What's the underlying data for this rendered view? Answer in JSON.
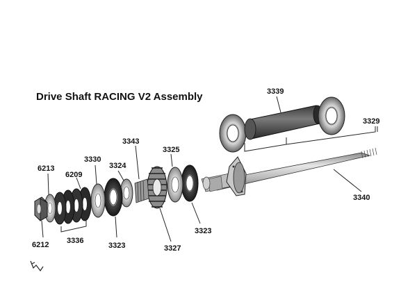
{
  "diagram": {
    "title": "Drive Shaft RACING V2 Assembly",
    "parts": {
      "p3339": "3339",
      "p3329": "3329",
      "p3343": "3343",
      "p3325": "3325",
      "p3330": "3330",
      "p3324": "3324",
      "p6213": "6213",
      "p6209": "6209",
      "p3340": "3340",
      "p3336": "3336",
      "p6212": "6212",
      "p3323a": "3323",
      "p3323b": "3323",
      "p3327": "3327"
    }
  }
}
